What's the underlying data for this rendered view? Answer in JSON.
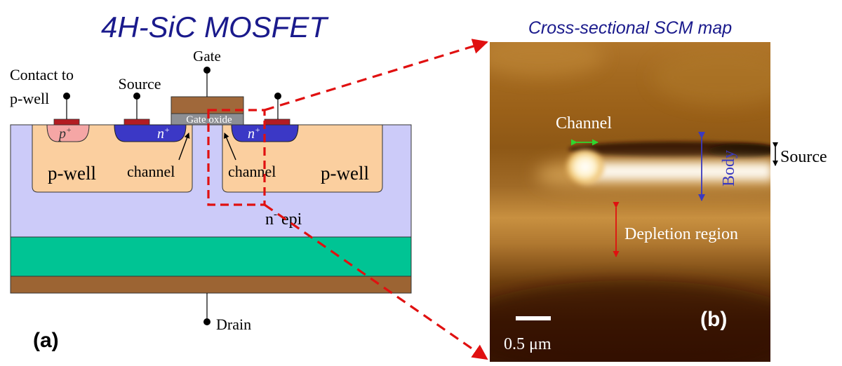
{
  "panel_a": {
    "title": "4H-SiC MOSFET",
    "panel_label": "(a)",
    "terminals": {
      "gate": "Gate",
      "source": "Source",
      "drain": "Drain",
      "contact_line1": "Contact to",
      "contact_line2": "p-well"
    },
    "regions": {
      "gate_oxide": "Gate oxide",
      "p_plus": "p",
      "p_plus_sup": "+",
      "n_plus_left": "n",
      "n_plus_left_sup": "+",
      "n_plus_right": "n",
      "n_plus_right_sup": "+",
      "p_well_left": "p-well",
      "p_well_right": "p-well",
      "channel_left": "channel",
      "channel_right": "channel",
      "n_epi_n": "n",
      "n_epi_sup": "-",
      "n_epi_rest": " epi"
    }
  },
  "panel_b": {
    "title": "Cross-sectional SCM map",
    "panel_label": "(b)",
    "labels": {
      "channel": "Channel",
      "body": "Body",
      "source": "Source",
      "depletion": "Depletion region",
      "scale": "0.5 μm"
    }
  },
  "colors": {
    "epi": "#cccbf9",
    "p_well": "#fbcf9f",
    "n_plus": "#3b38c6",
    "p_plus": "#f5a6a5",
    "contact_metal": "#b31c22",
    "substrate_green": "#00c494",
    "drain_metal": "#9c6433",
    "gate_metal": "#a0683a",
    "gate_oxide": "#8d8f94",
    "title_blue": "#1a1a8c",
    "dashed_red": "#e01010",
    "body_arrow": "#3a3ac0",
    "channel_arrow": "#2fd62f",
    "depletion_arrow": "#e01010"
  }
}
